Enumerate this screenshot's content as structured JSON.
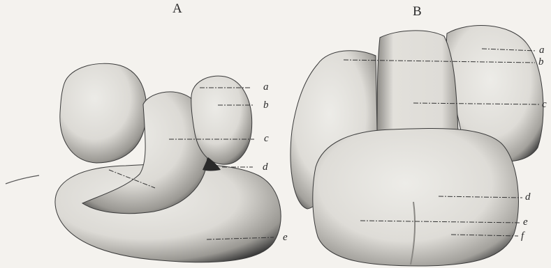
{
  "panels": [
    {
      "letter": "A",
      "labels": [
        "a",
        "b",
        "c",
        "d",
        "e"
      ]
    },
    {
      "letter": "B",
      "labels": [
        "a",
        "b",
        "c",
        "d",
        "e",
        "f"
      ]
    }
  ],
  "colors": {
    "background": "#f4f2ee",
    "lobe_light": "#e6e4df",
    "lobe_dark": "#2e2e2e",
    "leader_line": "#333333"
  }
}
